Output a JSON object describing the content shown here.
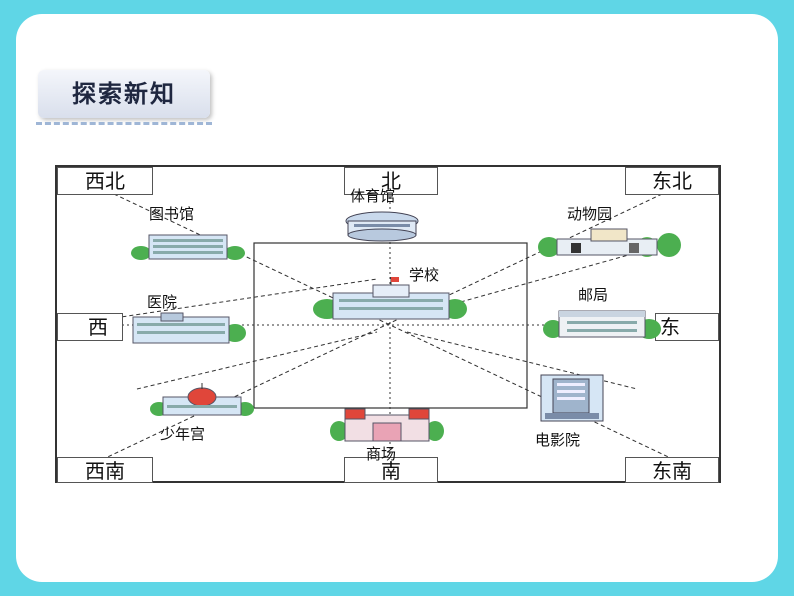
{
  "section": {
    "title": "探索新知"
  },
  "directions": {
    "north": "北",
    "south": "南",
    "east": "东",
    "west": "西",
    "northwest": "西北",
    "northeast": "东北",
    "southwest": "西南",
    "southeast": "东南"
  },
  "places": {
    "center": "学校",
    "north": "体育馆",
    "south": "商场",
    "east": "邮局",
    "west": "医院",
    "northwest": "图书馆",
    "northeast": "动物园",
    "southwest": "少年宫",
    "southeast": "电影院"
  },
  "colors": {
    "background": "#5fd6e6",
    "tree": "#4caf50",
    "roof": "#e0463a",
    "building": "#d6e6f5"
  }
}
